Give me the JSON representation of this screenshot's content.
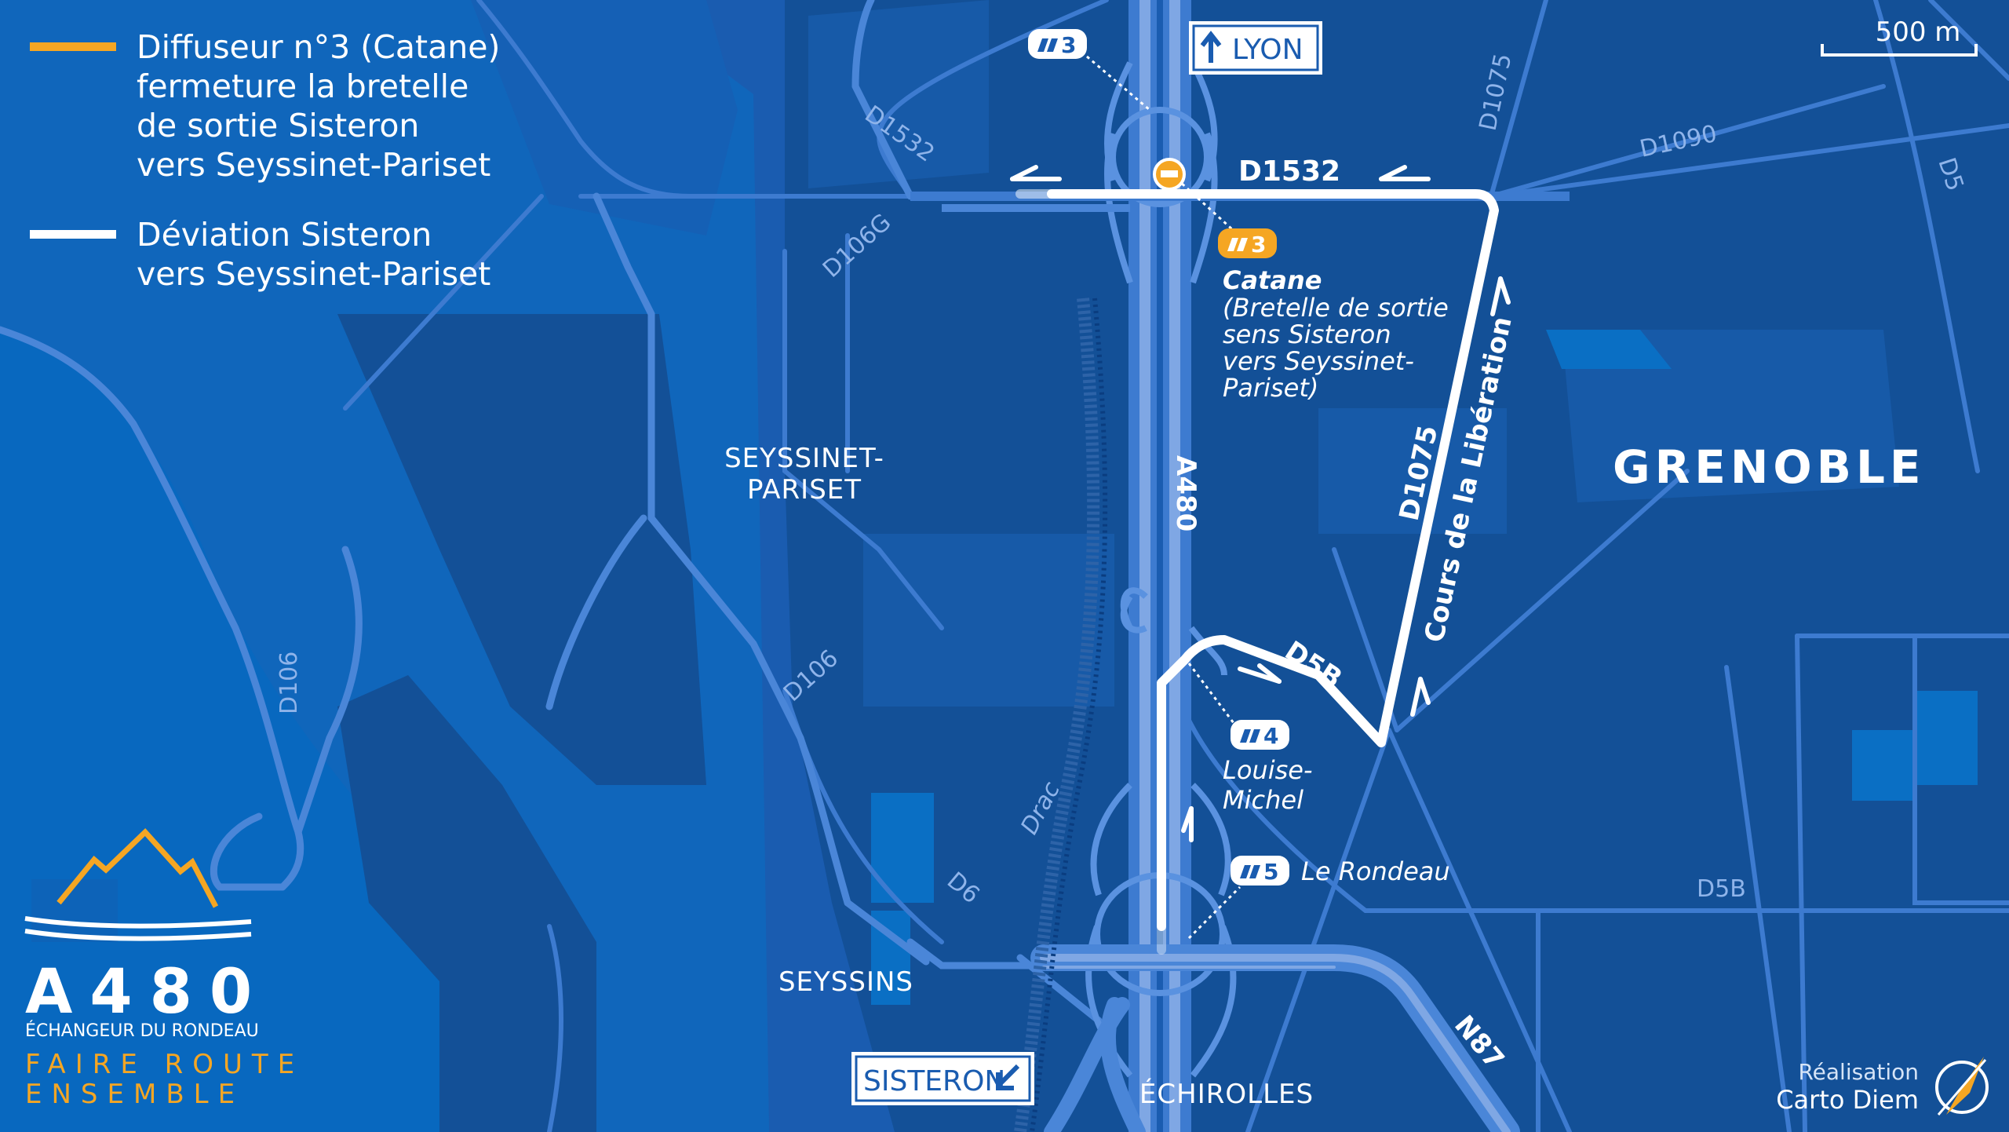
{
  "legend": {
    "closure_line1": "Diffuseur n°3 (Catane)",
    "closure_line2": "fermeture la bretelle",
    "closure_line3": "de sortie Sisteron",
    "closure_line4": "vers Seyssinet-Pariset",
    "deviation_line1": "Déviation Sisteron",
    "deviation_line2": "vers Seyssinet-Pariset",
    "closure_color": "#f5a623",
    "deviation_color": "#ffffff"
  },
  "scale": {
    "label": "500 m"
  },
  "directions": {
    "north": "LYON",
    "south": "SISTERON"
  },
  "places": {
    "grenoble": "GRENOBLE",
    "seyssinet_line1": "SEYSSINET-",
    "seyssinet_line2": "PARISET",
    "seyssins": "SEYSSINS",
    "echirolles": "ÉCHIROLLES"
  },
  "roads": {
    "d1532_major": "D1532",
    "d1532_minor": "D1532",
    "d106g": "D106G",
    "d1075_top": "D1075",
    "d1090": "D1090",
    "d5": "D5",
    "d106_left": "D106",
    "d106_mid": "D106",
    "d6": "D6",
    "drac": "Drac",
    "a480": "A480",
    "d1075_main": "D1075",
    "cours": "Cours de la Libération",
    "d5b_major": "D5B",
    "d5b_minor": "D5B",
    "n87": "N87"
  },
  "exits": {
    "exit3_top": "3",
    "exit3": "3",
    "exit3_name": "Catane",
    "exit3_note1": "(Bretelle de sortie",
    "exit3_note2": "sens Sisteron",
    "exit3_note3": "vers Seyssinet-",
    "exit3_note4": "Pariset)",
    "exit4": "4",
    "exit4_name1": "Louise-",
    "exit4_name2": "Michel",
    "exit5": "5",
    "exit5_name": "Le Rondeau"
  },
  "logo": {
    "title": "A480",
    "subtitle": "ÉCHANGEUR DU RONDEAU",
    "tagline1": "FAIRE ROUTE",
    "tagline2": "ENSEMBLE"
  },
  "credit": {
    "line1": "Réalisation",
    "line2": "Carto Diem"
  },
  "colors": {
    "background": "#1a5cb0",
    "dark_area": "#135097",
    "light_area": "#0a6fc4",
    "road_minor": "#3d7bd0",
    "accent": "#f5a623"
  }
}
